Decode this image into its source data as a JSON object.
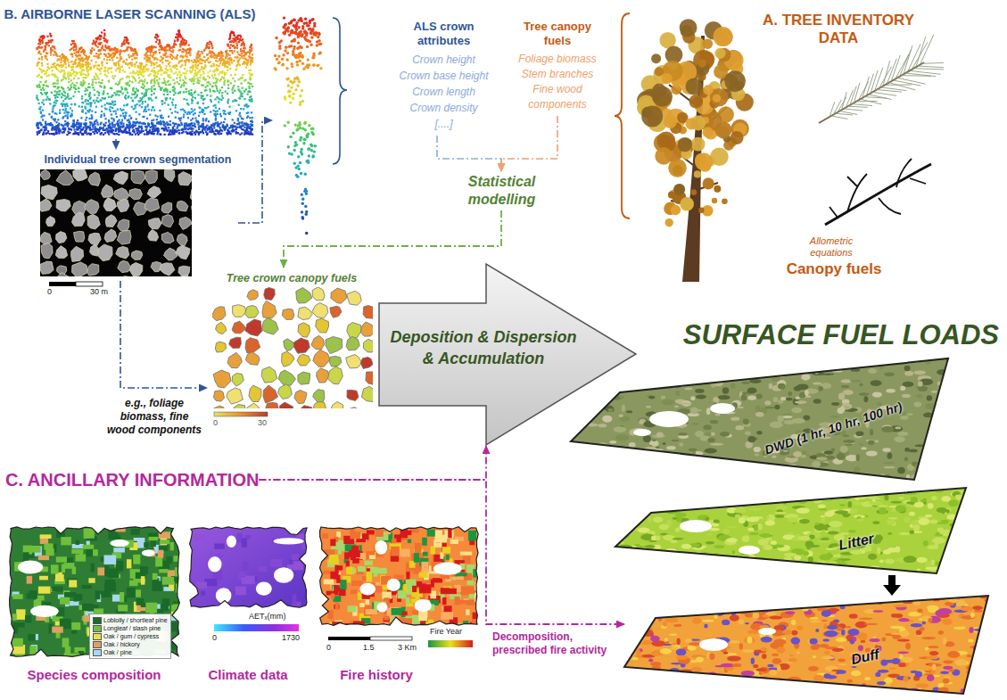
{
  "diagram": {
    "nodes": [
      {
        "text": [
          "B. AIRBORNE LASER SCANNING (ALS)"
        ]
      },
      {
        "text": [
          "Individual tree crown segmentation"
        ]
      },
      {
        "text": [
          "ALS crown attributes",
          "Crown height",
          "Crown base height",
          "Crown length",
          "Crown density",
          "[....]"
        ]
      },
      {
        "text": [
          "Tree canopy fuels",
          "Foliage biomass",
          "Stem branches",
          "Fine wood components"
        ]
      },
      {
        "text": [
          "A. TREE INVENTORY DATA",
          "Allometric equations",
          "Canopy fuels"
        ]
      },
      {
        "text": [
          "Statistical modelling"
        ]
      },
      {
        "text": [
          "Tree crown canopy fuels"
        ]
      },
      {
        "text": [
          "Deposition & Dispersion & Accumulation"
        ]
      },
      {
        "text": [
          "SURFACE FUEL LOADS"
        ]
      },
      {
        "text": [
          "DWD (1 hr, 10 hr, 100 hr)"
        ],
        "in": 8
      },
      {
        "text": [
          "Litter"
        ],
        "in": 8
      },
      {
        "text": [
          "Duff"
        ],
        "in": 8
      },
      {
        "text": [
          "C. ANCILLARY INFORMATION"
        ]
      },
      {
        "text": [
          "Species composition"
        ]
      },
      {
        "text": [
          "Climate data"
        ]
      },
      {
        "text": [
          "Fire history"
        ]
      }
    ],
    "edges": [
      {
        "from": 0,
        "to": 1,
        "arrow": "to"
      },
      {
        "from": 1,
        "to": 2,
        "arrow": "to"
      },
      {
        "from": 1,
        "to": 6,
        "arrow": "to"
      },
      {
        "from": 2,
        "to": 5,
        "arrow": "to"
      },
      {
        "from": 3,
        "to": 5,
        "arrow": "to"
      },
      {
        "from": 5,
        "to": 6,
        "arrow": "to"
      },
      {
        "from": 12,
        "to": 7,
        "arrow": "to"
      },
      {
        "from": 12,
        "to": 11,
        "label": "Decomposition, prescribed fire activity",
        "arrow": "to"
      },
      {
        "from": 10,
        "to": 11,
        "arrow": "to"
      }
    ],
    "labels": [
      "0",
      "30 m",
      "e.g., foliage biomass, fine wood components",
      "0",
      "30",
      "AETₓ(mm)",
      "0",
      "1730",
      "Fire Year",
      "0",
      "1.5",
      "3 Km"
    ],
    "legend": [
      {
        "text": "Loblolly / shortleaf pine",
        "color": "#1a6b2a"
      },
      {
        "text": "Longleaf / slash pine",
        "color": "#6fbf3a"
      },
      {
        "text": "Oak / gum / cypress",
        "color": "#e8e04a"
      },
      {
        "text": "Oak / hickory",
        "color": "#e0a060"
      },
      {
        "text": "Oak / pine",
        "color": "#a8d8f0"
      }
    ]
  }
}
